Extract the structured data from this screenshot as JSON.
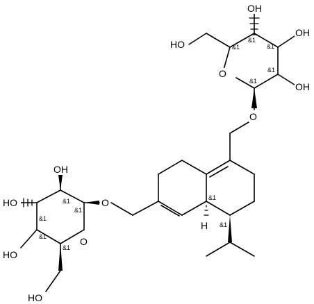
{
  "atom_labels": {
    "oh_top": "OH",
    "oh_right_upper": "OH",
    "oh_right_lower": "OH",
    "ho_top_left": "HO",
    "o_ring_top": "O",
    "o_link_top": "O",
    "oh_left_top": "OH",
    "ho_left_mid": "HO",
    "ho_left_low": "HO",
    "ho_bottom": "HO",
    "o_ring_left": "O",
    "o_link_left": "O",
    "h_junction": "H"
  },
  "stereo_marks": {
    "s1": "&1",
    "s2": "&1",
    "s3": "&1",
    "s4": "&1",
    "s5": "&1",
    "s6": "&1",
    "s7": "&1",
    "s8": "&1",
    "s9": "&1",
    "s10": "&1",
    "s11": "&1",
    "s12": "&1"
  }
}
